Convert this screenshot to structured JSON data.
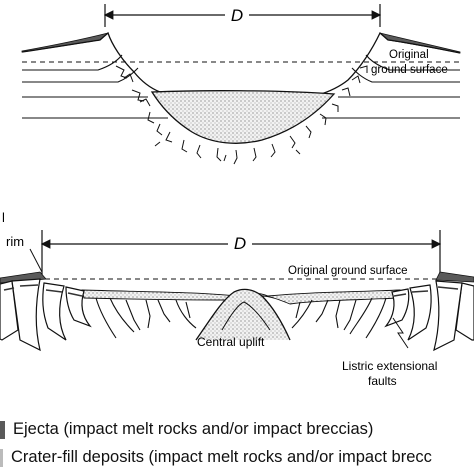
{
  "top_diagram": {
    "diameter_label": "D",
    "original_ground_surface_line1": "Original",
    "original_ground_surface_line2": "ground surface"
  },
  "bottom_diagram": {
    "rim_label_partial_1": "l",
    "rim_label_partial_2": "rim",
    "diameter_label": "D",
    "original_ground_surface": "Original ground surface",
    "central_uplift": "Central uplift",
    "listric_faults_line1": "Listric extensional",
    "listric_faults_line2": "faults"
  },
  "legend": {
    "ejecta": "Ejecta (impact melt rocks and/or impact breccias)",
    "crater_fill": "Crater-fill deposits (impact melt rocks and/or impact brecc"
  },
  "colors": {
    "ink": "#111111",
    "ejecta_fill": "#5a5a5a",
    "crater_fill_dots": "#777777"
  }
}
